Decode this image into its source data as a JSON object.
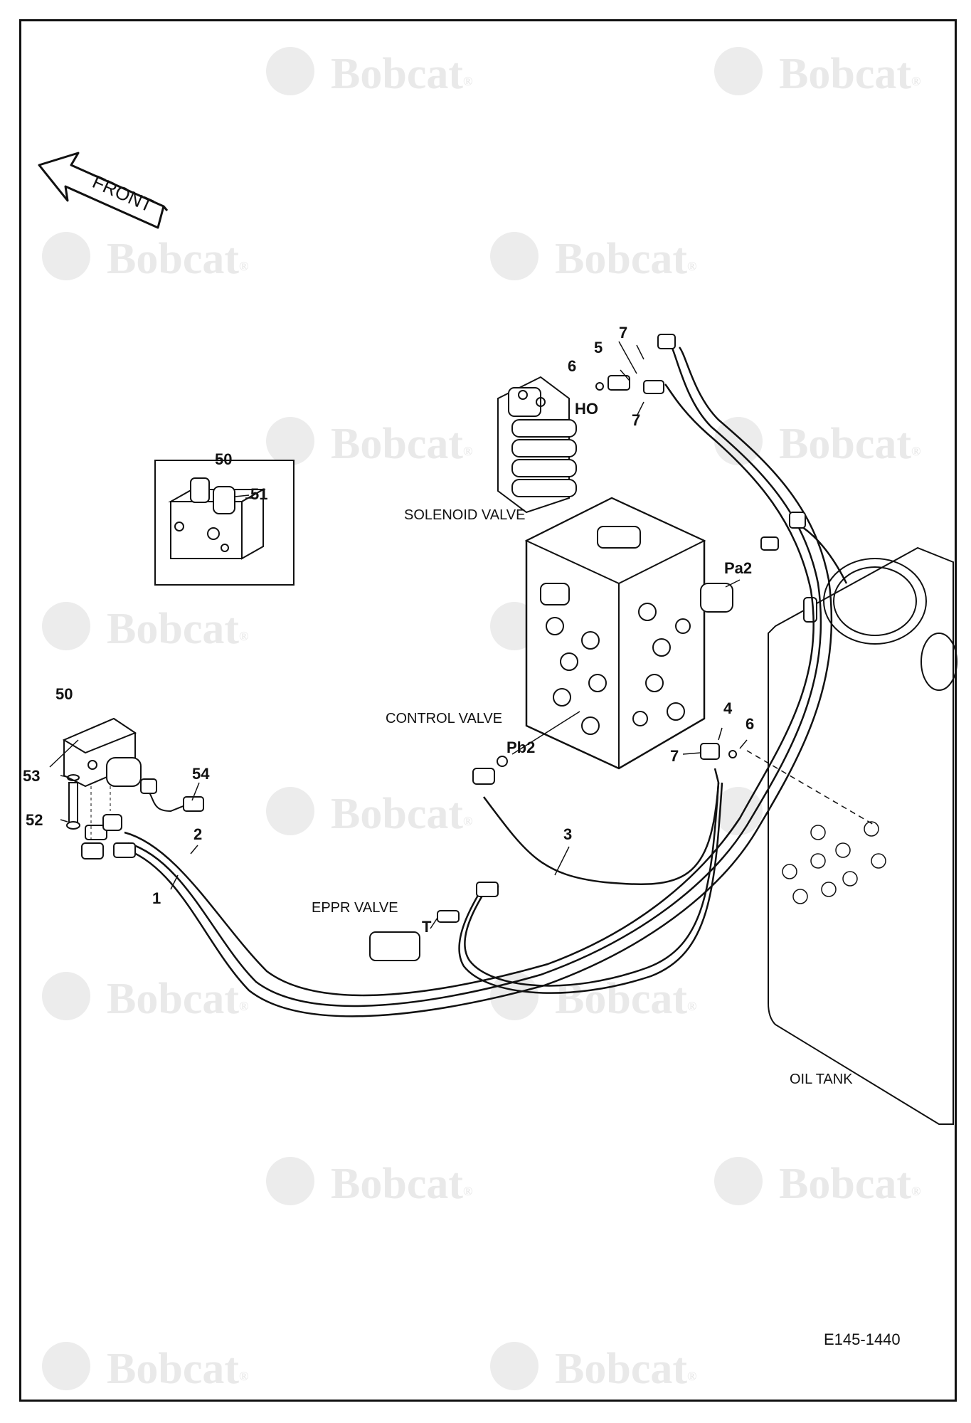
{
  "drawing_number": "E145-1440",
  "front_arrow": "FRONT",
  "watermark": "Bobcat",
  "watermark_mark": "®",
  "components": {
    "solenoid_valve": "SOLENOID VALVE",
    "control_valve": "CONTROL VALVE",
    "eppr_valve": "EPPR VALVE",
    "oil_tank": "OIL TANK"
  },
  "ports": {
    "ho": "HO",
    "pa2": "Pa2",
    "pb2": "Pb2",
    "t": "T"
  },
  "callouts": {
    "c1": "1",
    "c2": "2",
    "c3": "3",
    "c4": "4",
    "c5": "5",
    "c6a": "6",
    "c6b": "6",
    "c7a": "7",
    "c7b": "7",
    "c7c": "7",
    "c50a": "50",
    "c50b": "50",
    "c51": "51",
    "c52": "52",
    "c53": "53",
    "c54": "54"
  },
  "colors": {
    "line": "#111111",
    "watermark": "#e9e9e9"
  }
}
